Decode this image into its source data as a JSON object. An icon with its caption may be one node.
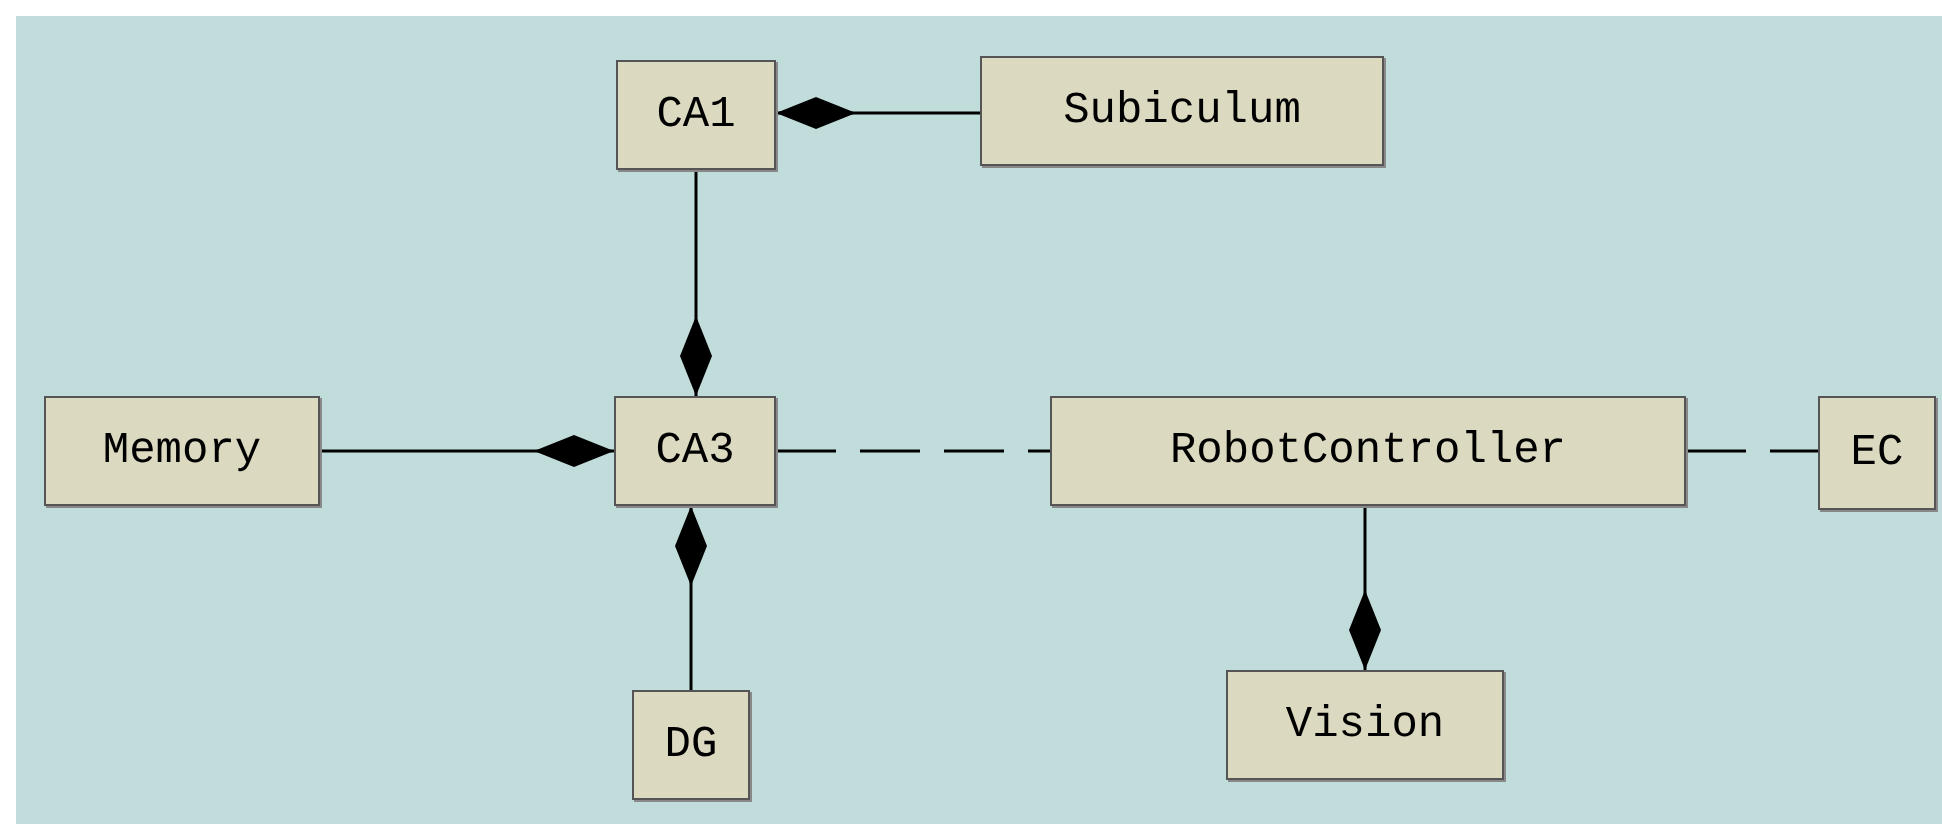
{
  "diagram": {
    "nodes": [
      {
        "text": [
          "CA1"
        ]
      },
      {
        "text": [
          "Subiculum"
        ]
      },
      {
        "text": [
          "Memory"
        ]
      },
      {
        "text": [
          "CA3"
        ]
      },
      {
        "text": [
          "RobotController"
        ]
      },
      {
        "text": [
          "EC"
        ]
      },
      {
        "text": [
          "DG"
        ]
      },
      {
        "text": [
          "Vision"
        ]
      }
    ],
    "edges": [
      {
        "from": 1,
        "to": 0,
        "arrow": "other"
      },
      {
        "from": 0,
        "to": 3,
        "arrow": "other"
      },
      {
        "from": 2,
        "to": 3,
        "arrow": "other"
      },
      {
        "from": 6,
        "to": 3,
        "arrow": "other"
      },
      {
        "from": 3,
        "to": 4,
        "arrow": "none",
        "style": "dashed"
      },
      {
        "from": 4,
        "to": 5,
        "arrow": "none",
        "style": "dashed"
      },
      {
        "from": 4,
        "to": 7,
        "arrow": "other"
      }
    ]
  }
}
